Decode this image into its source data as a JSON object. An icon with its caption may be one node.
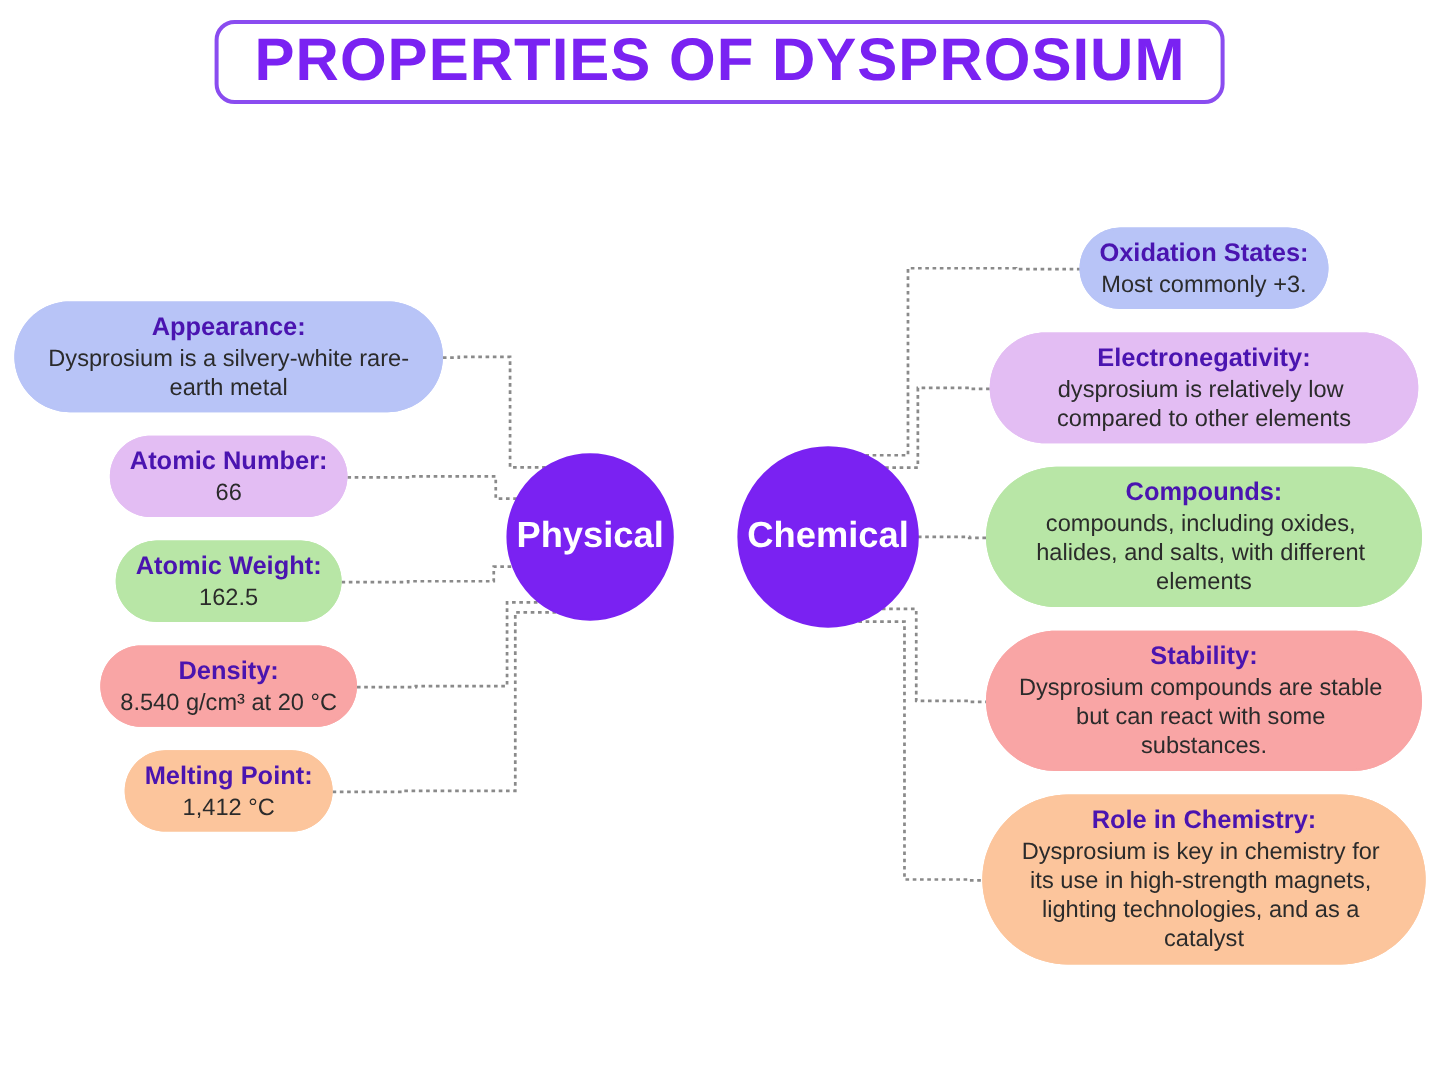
{
  "diagram": {
    "title": "PROPERTIES OF DYSPROSIUM",
    "nodes": [
      {
        "text": [
          "Physical"
        ]
      },
      {
        "text": [
          "Chemical"
        ]
      },
      {
        "text": [
          "Appearance:",
          "Dysprosium is a silvery-white rare-earth metal"
        ]
      },
      {
        "text": [
          "Atomic Number:",
          "66"
        ]
      },
      {
        "text": [
          "Atomic Weight:",
          "162.5"
        ]
      },
      {
        "text": [
          "Density:",
          "8.540 g/cm³ at 20 °C"
        ]
      },
      {
        "text": [
          "Melting Point:",
          "1,412 °C"
        ]
      },
      {
        "text": [
          "Oxidation States:",
          "Most commonly +3."
        ]
      },
      {
        "text": [
          "Electronegativity:",
          "dysprosium is relatively low compared to other elements"
        ]
      },
      {
        "text": [
          "Compounds:",
          "compounds, including oxides, halides, and salts, with different elements"
        ]
      },
      {
        "text": [
          "Stability:",
          "Dysprosium compounds are stable but can react with some substances."
        ]
      },
      {
        "text": [
          "Role in Chemistry:",
          "Dysprosium is key in chemistry for its use in high-strength magnets, lighting technologies, and as a catalyst"
        ]
      }
    ],
    "edges": [
      {
        "from": 2,
        "to": 0,
        "arrow": "none",
        "style": "dashed"
      },
      {
        "from": 3,
        "to": 0,
        "arrow": "none",
        "style": "dashed"
      },
      {
        "from": 4,
        "to": 0,
        "arrow": "none",
        "style": "dashed"
      },
      {
        "from": 5,
        "to": 0,
        "arrow": "none",
        "style": "dashed"
      },
      {
        "from": 6,
        "to": 0,
        "arrow": "none",
        "style": "dashed"
      },
      {
        "from": 1,
        "to": 7,
        "arrow": "none",
        "style": "dashed"
      },
      {
        "from": 1,
        "to": 8,
        "arrow": "none",
        "style": "dashed"
      },
      {
        "from": 1,
        "to": 9,
        "arrow": "none",
        "style": "dashed"
      },
      {
        "from": 1,
        "to": 10,
        "arrow": "none",
        "style": "dashed"
      },
      {
        "from": 1,
        "to": 11,
        "arrow": "none",
        "style": "dashed"
      }
    ]
  }
}
